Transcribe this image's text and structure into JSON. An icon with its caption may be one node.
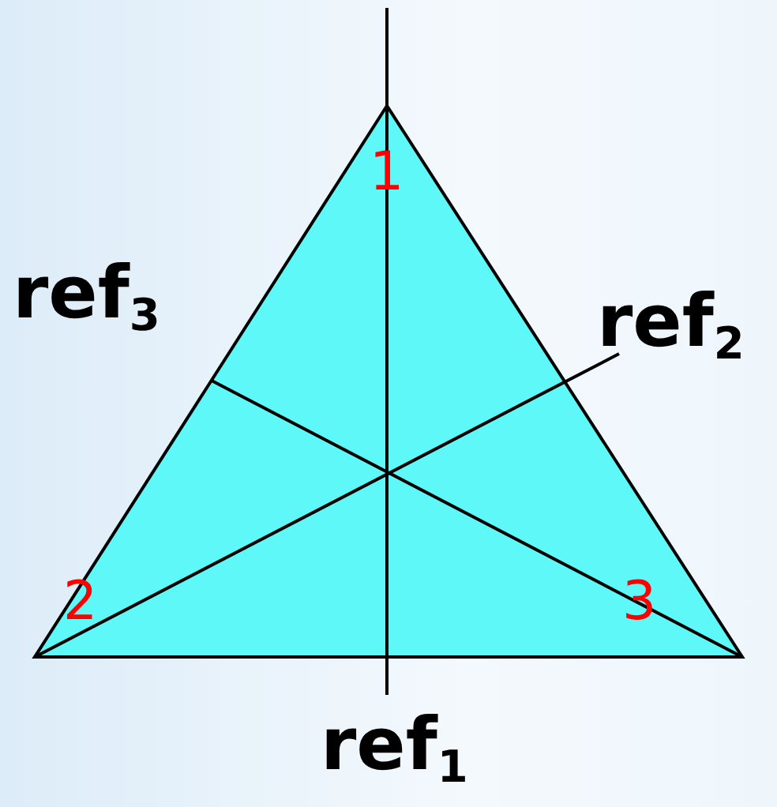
{
  "diagram": {
    "labels": [
      "1",
      "ref$_{3}$",
      "ref$_{2}$",
      "2",
      "3",
      "ref$_{1}$"
    ]
  }
}
